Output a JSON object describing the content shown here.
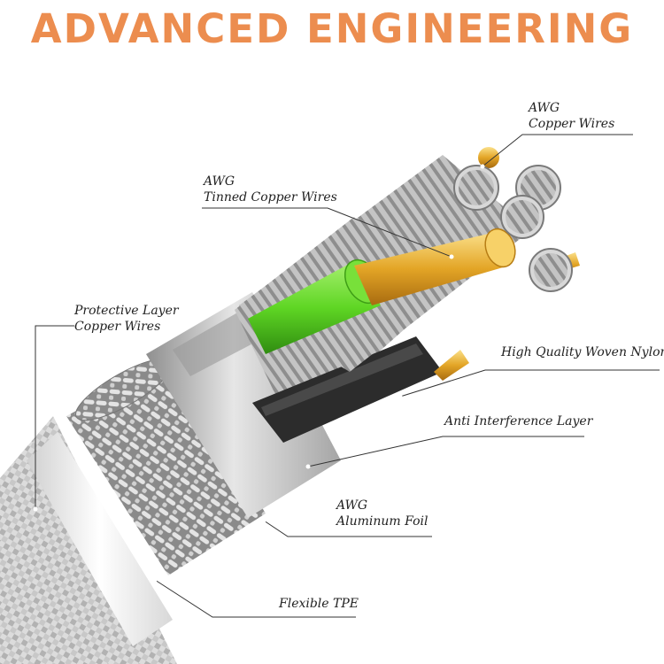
{
  "title": "ADVANCED ENGINEERING",
  "colors": {
    "title": "#ec8d4f",
    "copper": "#e3a526",
    "green_insulation": "#5fd624",
    "black_insulation": "#2c2c2c",
    "silver_strands": "#b8b8b8",
    "jacket_white": "#f5f5f5"
  },
  "labels": {
    "copper_wires": {
      "line1": "AWG",
      "line2": "Copper Wires"
    },
    "tinned_copper": {
      "line1": "AWG",
      "line2": "Tinned Copper Wires"
    },
    "protective_layer": {
      "line1": "Protective Layer",
      "line2": "Copper Wires"
    },
    "woven_nylon": {
      "line1": "High Quality Woven Nylon"
    },
    "anti_interference": {
      "line1": "Anti Interference Layer"
    },
    "aluminum_foil": {
      "line1": "AWG",
      "line2": "Aluminum Foil"
    },
    "flexible_tpe": {
      "line1": "Flexible TPE"
    }
  }
}
